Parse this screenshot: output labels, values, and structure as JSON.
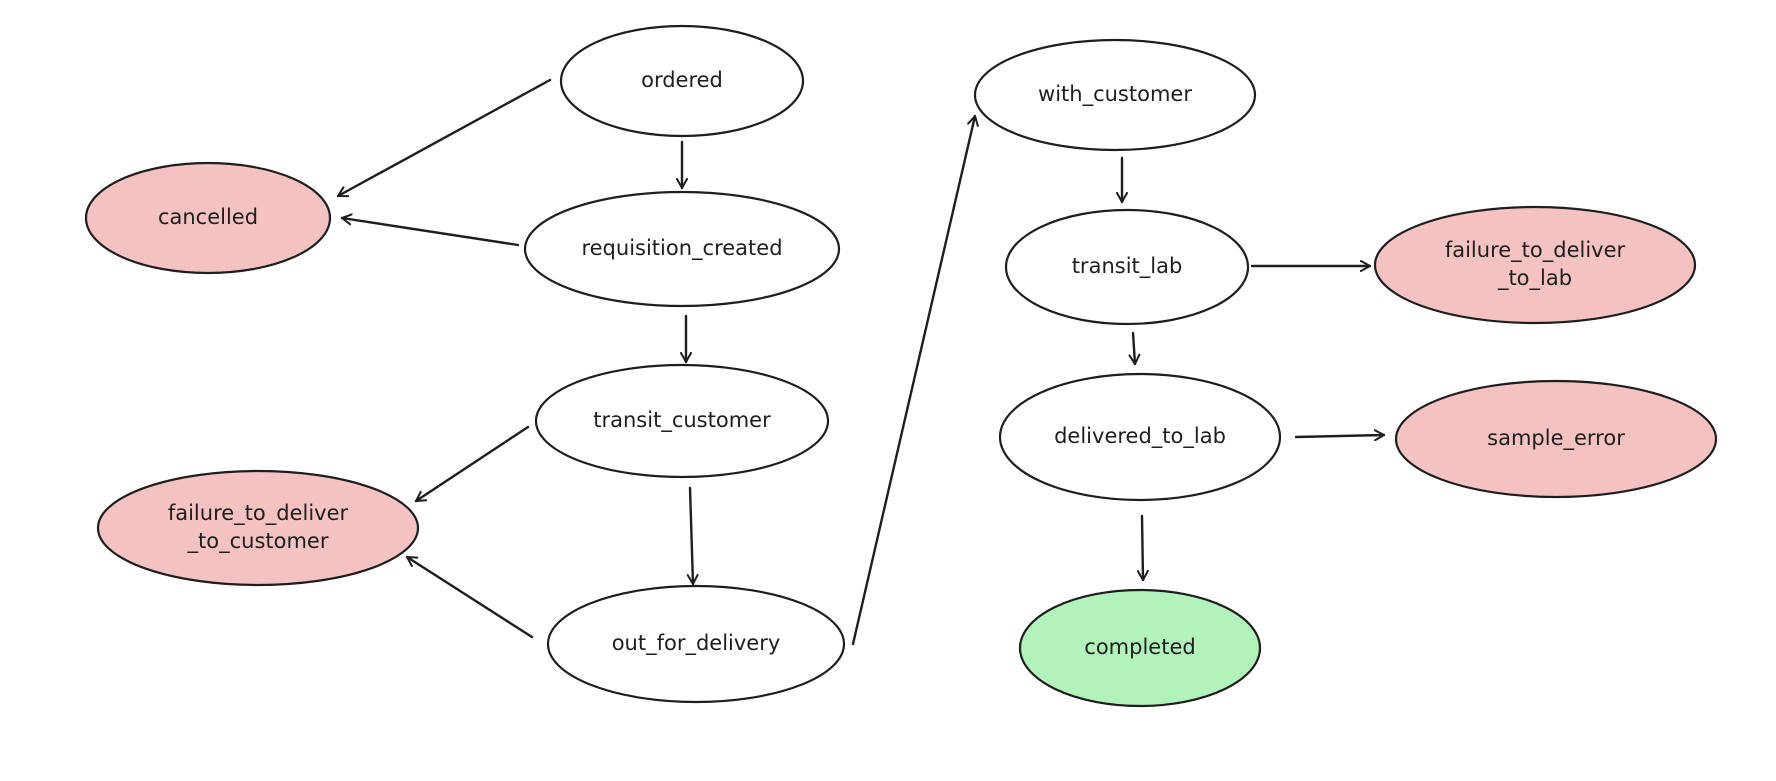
{
  "colors": {
    "stroke": "#1e1e1e",
    "state_normal": "#ffffff",
    "state_failure": "#f5c2c2",
    "state_success": "#b2f2bb"
  },
  "nodes": [
    {
      "id": "ordered",
      "lines": [
        "ordered"
      ],
      "kind": "normal"
    },
    {
      "id": "cancelled",
      "lines": [
        "cancelled"
      ],
      "kind": "failure"
    },
    {
      "id": "requisition_created",
      "lines": [
        "requisition_created"
      ],
      "kind": "normal"
    },
    {
      "id": "transit_customer",
      "lines": [
        "transit_customer"
      ],
      "kind": "normal"
    },
    {
      "id": "failure_to_deliver_to_customer",
      "lines": [
        "failure_to_deliver",
        "_to_customer"
      ],
      "kind": "failure"
    },
    {
      "id": "out_for_delivery",
      "lines": [
        "out_for_delivery"
      ],
      "kind": "normal"
    },
    {
      "id": "with_customer",
      "lines": [
        "with_customer"
      ],
      "kind": "normal"
    },
    {
      "id": "transit_lab",
      "lines": [
        "transit_lab"
      ],
      "kind": "normal"
    },
    {
      "id": "failure_to_deliver_to_lab",
      "lines": [
        "failure_to_deliver",
        "_to_lab"
      ],
      "kind": "failure"
    },
    {
      "id": "delivered_to_lab",
      "lines": [
        "delivered_to_lab"
      ],
      "kind": "normal"
    },
    {
      "id": "sample_error",
      "lines": [
        "sample_error"
      ],
      "kind": "failure"
    },
    {
      "id": "completed",
      "lines": [
        "completed"
      ],
      "kind": "success"
    }
  ],
  "edges": [
    {
      "from": "ordered",
      "to": "cancelled"
    },
    {
      "from": "ordered",
      "to": "requisition_created"
    },
    {
      "from": "requisition_created",
      "to": "cancelled"
    },
    {
      "from": "requisition_created",
      "to": "transit_customer"
    },
    {
      "from": "transit_customer",
      "to": "failure_to_deliver_to_customer"
    },
    {
      "from": "transit_customer",
      "to": "out_for_delivery"
    },
    {
      "from": "out_for_delivery",
      "to": "failure_to_deliver_to_customer"
    },
    {
      "from": "out_for_delivery",
      "to": "with_customer"
    },
    {
      "from": "with_customer",
      "to": "transit_lab"
    },
    {
      "from": "transit_lab",
      "to": "failure_to_deliver_to_lab"
    },
    {
      "from": "transit_lab",
      "to": "delivered_to_lab"
    },
    {
      "from": "delivered_to_lab",
      "to": "sample_error"
    },
    {
      "from": "delivered_to_lab",
      "to": "completed"
    }
  ]
}
